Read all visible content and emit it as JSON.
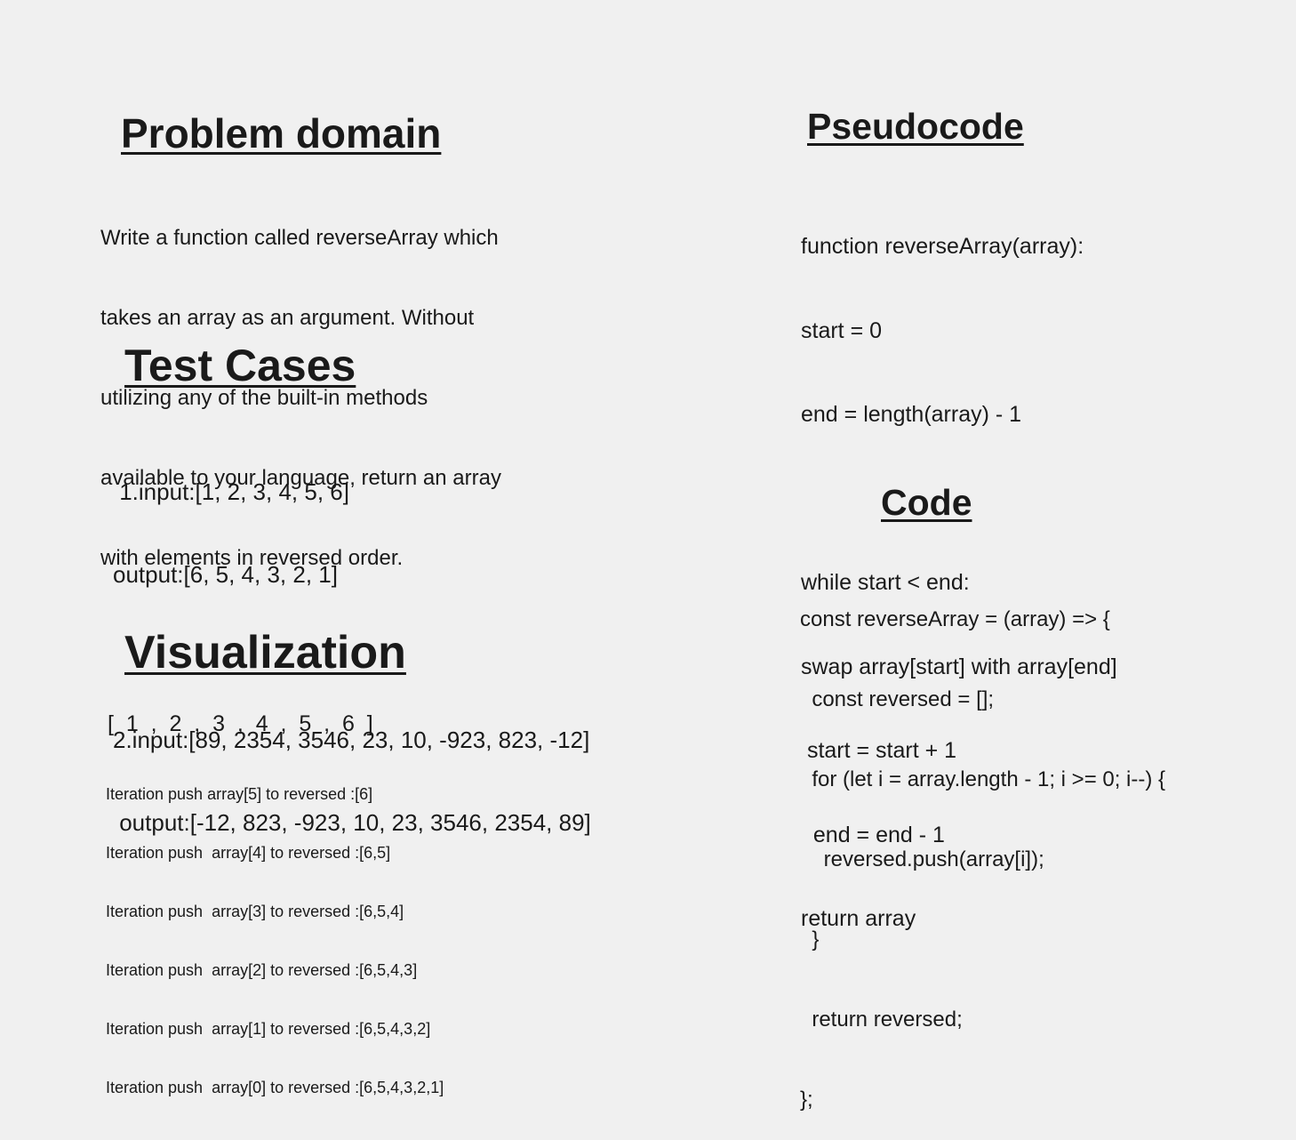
{
  "problem_domain": {
    "title": "Problem domain",
    "lines": [
      "Write a function called reverseArray which",
      "takes an array as an argument. Without",
      "utilizing any of the built-in methods",
      "available to your language, return an array",
      "with elements in reversed order."
    ]
  },
  "test_cases": {
    "title": "Test Cases",
    "lines": [
      " 1.input:[1, 2, 3, 4, 5, 6]",
      "output:[6, 5, 4, 3, 2, 1]",
      "",
      "2.input:[89, 2354, 3546, 23, 10, -923, 823, -12]",
      " output:[-12, 823, -923, 10, 23, 3546, 2354, 89]"
    ]
  },
  "visualization": {
    "title": "Visualization",
    "array": "[  1  ,  2  ,  3  ,  4  ,  5  ,  6  ]",
    "iterations": [
      "Iteration push array[5] to reversed :[6]",
      "Iteration push  array[4] to reversed :[6,5]",
      "Iteration push  array[3] to reversed :[6,5,4]",
      "Iteration push  array[2] to reversed :[6,5,4,3]",
      "Iteration push  array[1] to reversed :[6,5,4,3,2]",
      "Iteration push  array[0] to reversed :[6,5,4,3,2,1]"
    ]
  },
  "pseudocode": {
    "title": "Pseudocode",
    "lines": [
      "function reverseArray(array):",
      "start = 0",
      "end = length(array) - 1",
      "",
      "while start < end:",
      "swap array[start] with array[end]",
      " start = start + 1",
      "  end = end - 1",
      "return array"
    ]
  },
  "code": {
    "title": "Code",
    "lines": [
      "const reverseArray = (array) => {",
      "  const reversed = [];",
      "  for (let i = array.length - 1; i >= 0; i--) {",
      "    reversed.push(array[i]);",
      "  }",
      "  return reversed;",
      "};"
    ]
  }
}
